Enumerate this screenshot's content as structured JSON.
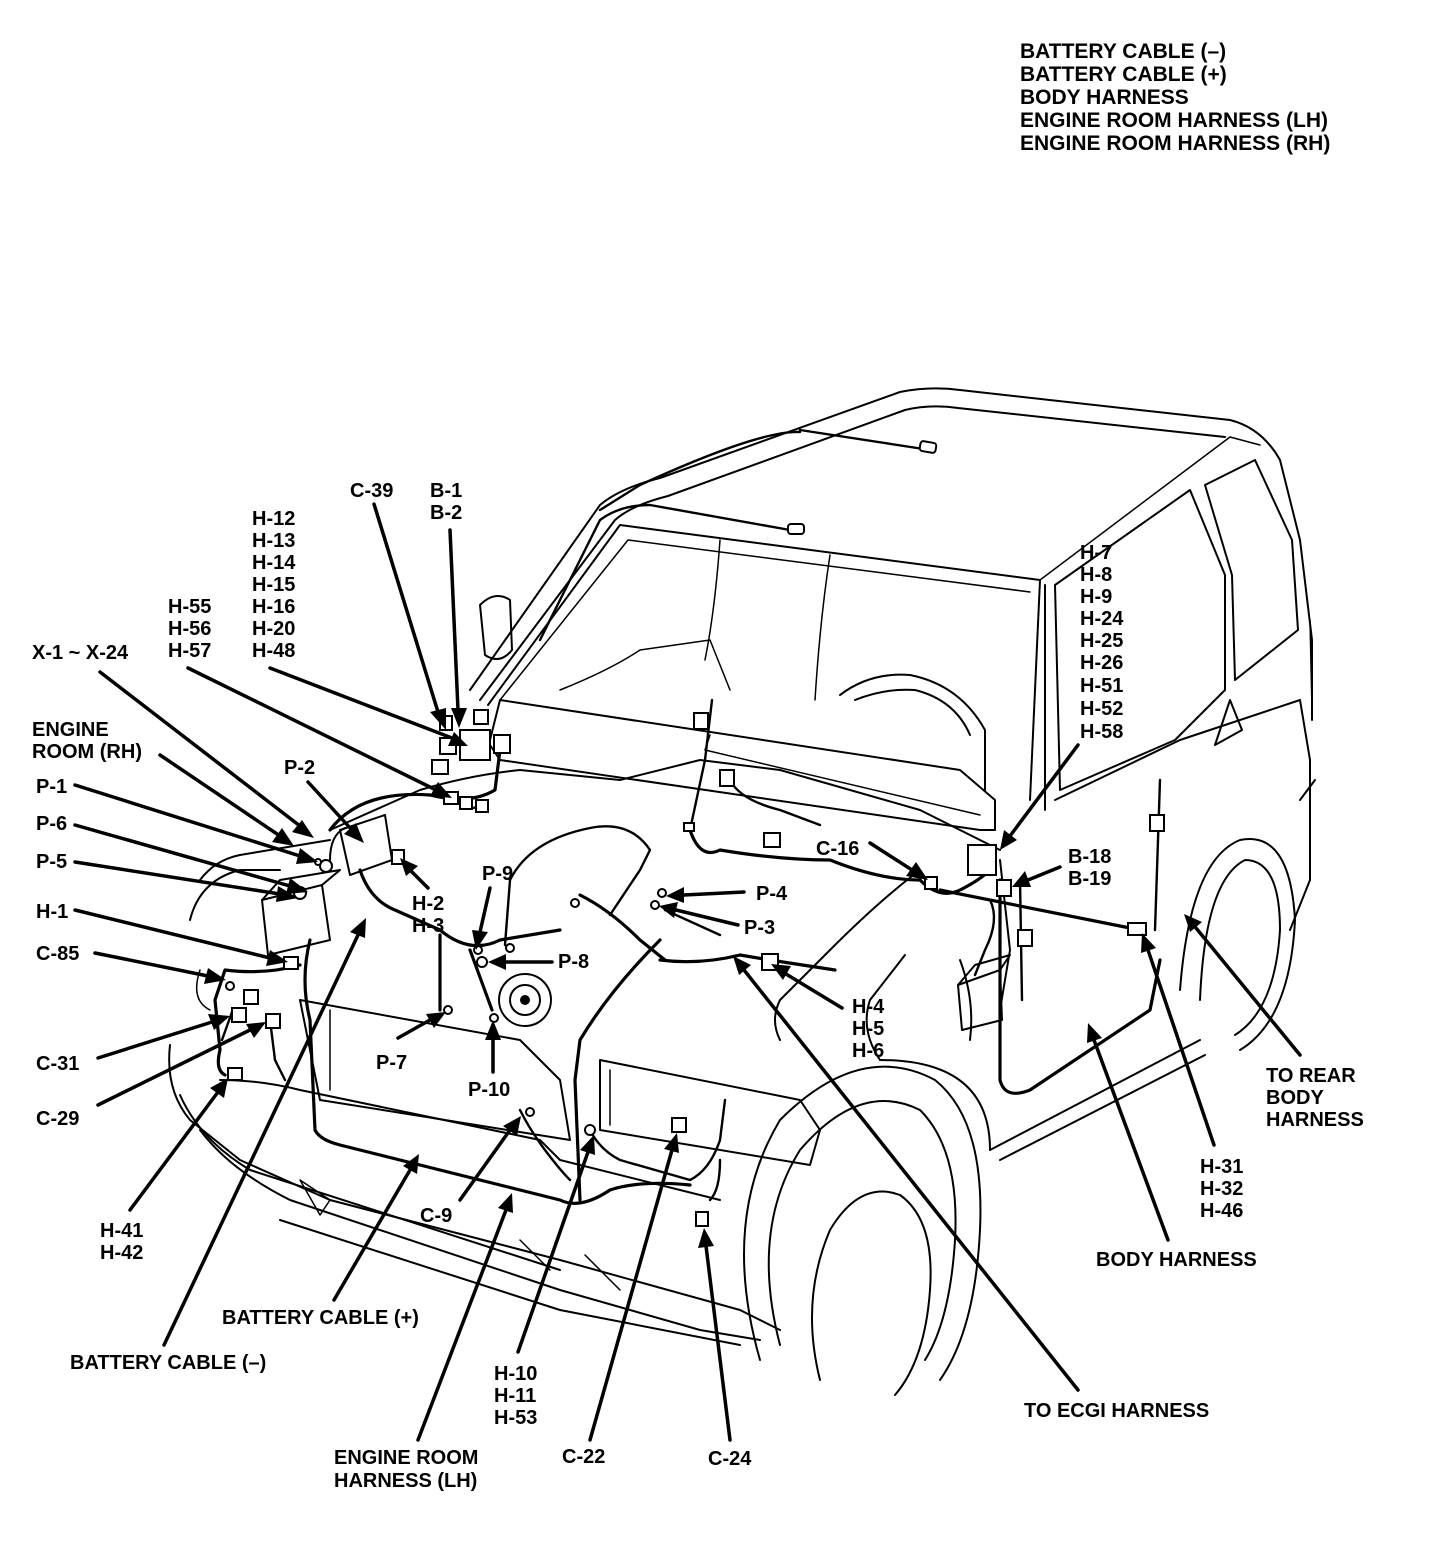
{
  "legend": {
    "items": [
      "BATTERY CABLE (–)",
      "BATTERY CABLE (+)",
      "BODY HARNESS",
      "ENGINE ROOM HARNESS (LH)",
      "ENGINE ROOM HARNESS (RH)"
    ]
  },
  "callouts": {
    "c39": "C-39",
    "b1": "B-1",
    "b2": "B-2",
    "h12": "H-12",
    "h13": "H-13",
    "h14": "H-14",
    "h15": "H-15",
    "h16": "H-16",
    "h20": "H-20",
    "h48": "H-48",
    "h55": "H-55",
    "h56": "H-56",
    "h57": "H-57",
    "x1x24": "X-1 ~ X-24",
    "engine_room_rh_1": "ENGINE",
    "engine_room_rh_2": "ROOM (RH)",
    "p1": "P-1",
    "p6": "P-6",
    "p5": "P-5",
    "p2": "P-2",
    "h1": "H-1",
    "c85": "C-85",
    "c31": "C-31",
    "c29": "C-29",
    "h41": "H-41",
    "h42": "H-42",
    "h2": "H-2",
    "h3": "H-3",
    "p9": "P-9",
    "p8": "P-8",
    "p7": "P-7",
    "p10": "P-10",
    "p4": "P-4",
    "p3": "P-3",
    "h4": "H-4",
    "h5": "H-5",
    "h6": "H-6",
    "c16": "C-16",
    "b18": "B-18",
    "b19": "B-19",
    "h7": "H-7",
    "h8": "H-8",
    "h9": "H-9",
    "h24": "H-24",
    "h25": "H-25",
    "h26": "H-26",
    "h51": "H-51",
    "h52": "H-52",
    "h58": "H-58",
    "to_rear_1": "TO REAR",
    "to_rear_2": "BODY",
    "to_rear_3": "HARNESS",
    "h31": "H-31",
    "h32": "H-32",
    "h46": "H-46",
    "body_harness": "BODY HARNESS",
    "to_ecgi": "TO ECGI HARNESS",
    "c9": "C-9",
    "battery_cable_pos": "BATTERY CABLE (+)",
    "battery_cable_neg": "BATTERY CABLE (–)",
    "h10": "H-10",
    "h11": "H-11",
    "h53": "H-53",
    "engine_room_lh_1": "ENGINE ROOM",
    "engine_room_lh_2": "HARNESS (LH)",
    "c22": "C-22",
    "c24": "C-24"
  }
}
